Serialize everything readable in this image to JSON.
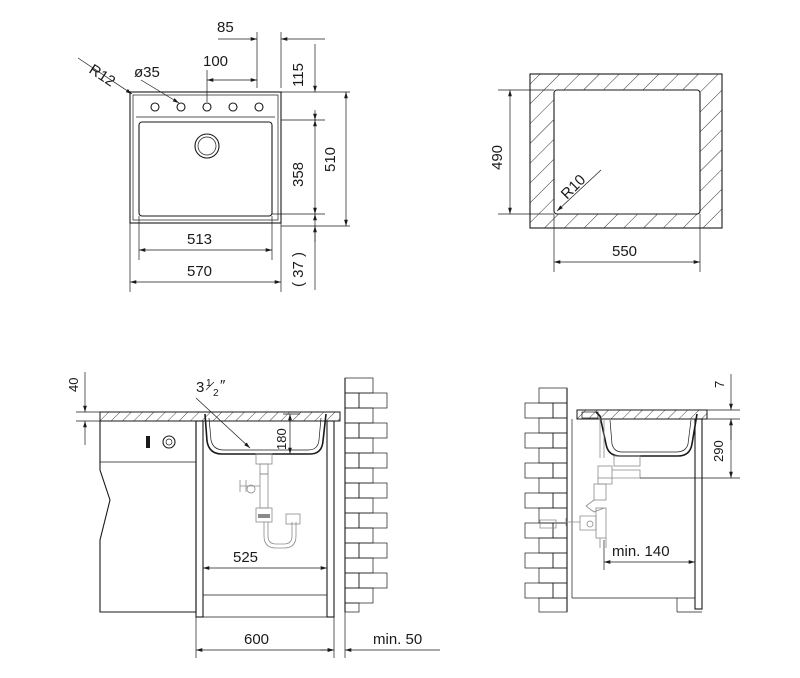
{
  "labels": {
    "top_view": {
      "d85": "85",
      "d100": "100",
      "r12": "R12",
      "d35": "ø35",
      "d115": "115",
      "d358": "358",
      "d510": "510",
      "d513": "513",
      "d570": "570",
      "d37": "( 37 )"
    },
    "cutout_view": {
      "d490": "490",
      "r10": "R10",
      "d550": "550"
    },
    "front_view": {
      "d40": "40",
      "drain_main": "3",
      "drain_num": "1",
      "drain_den": "2",
      "drain_mark": "″",
      "d180": "180",
      "d525": "525",
      "d600": "600",
      "min50": "min. 50"
    },
    "side_view": {
      "d7": "7",
      "d290": "290",
      "min140": "min. 140"
    }
  }
}
